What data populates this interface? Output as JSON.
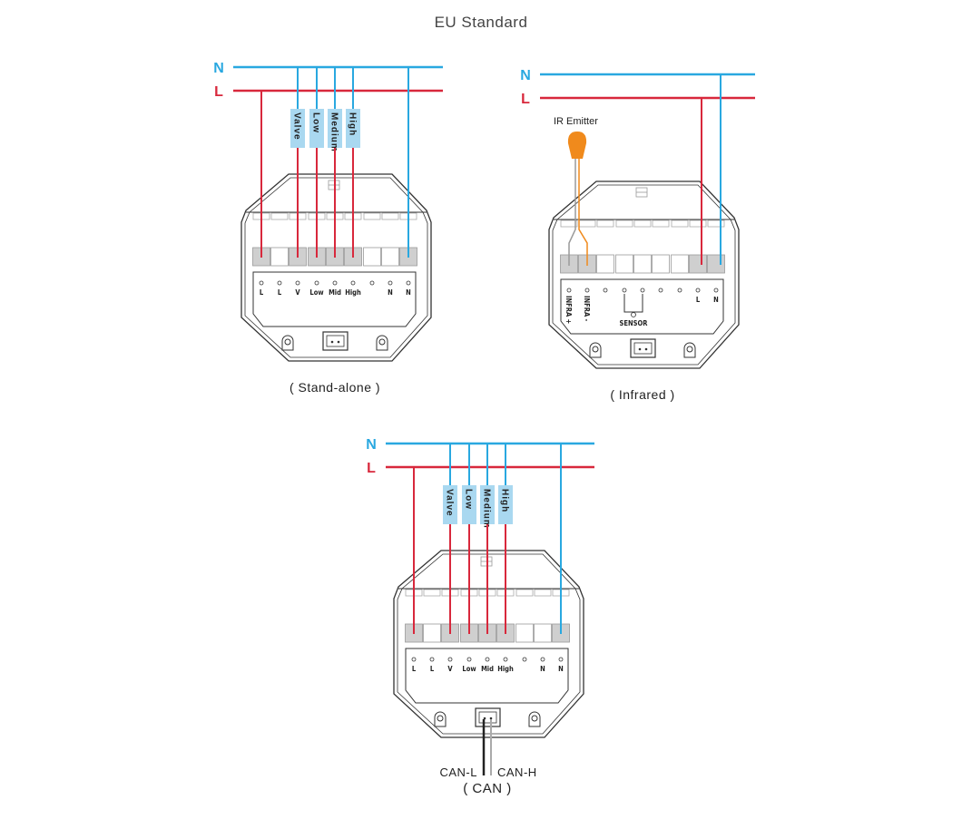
{
  "title": "EU Standard",
  "colors": {
    "neutral": "#29a8e0",
    "live": "#d8283c",
    "load_box": "#a9d8f0",
    "terminal_used": "#cfcfcf",
    "ir_emitter": "#f08a1c",
    "ir_wire_grey": "#9a9a9a"
  },
  "line_labels": {
    "neutral": "N",
    "live": "L"
  },
  "load_labels": [
    "Valve",
    "Low",
    "Medium",
    "High"
  ],
  "diagrams": [
    {
      "caption": "( Stand-alone )",
      "terminal_labels": [
        "L",
        "L",
        "V",
        "Low",
        "Mid",
        "High",
        "",
        "N",
        "N"
      ]
    },
    {
      "caption": "( Infrared )",
      "terminal_labels": [
        "INFRA +",
        "INFRA -",
        "",
        "",
        "",
        "",
        "",
        "L",
        "N"
      ],
      "emitter_label": "IR Emitter",
      "sensor_label": "SENSOR"
    },
    {
      "caption": "( CAN )",
      "terminal_labels": [
        "L",
        "L",
        "V",
        "Low",
        "Mid",
        "High",
        "",
        "N",
        "N"
      ],
      "can_low": "CAN-L",
      "can_high": "CAN-H"
    }
  ]
}
